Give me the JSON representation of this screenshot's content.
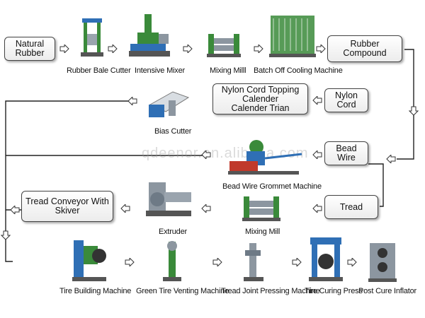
{
  "boxes": {
    "natural_rubber": "Natural Rubber",
    "rubber_compound": "Rubber Compound",
    "nylon_cord_topping_line1": "Nylon Cord Topping Calender",
    "nylon_cord_topping_line2": "Calender Trian",
    "nylon_cord": "Nylon Cord",
    "bead_wire": "Bead Wire",
    "tread": "Tread",
    "tread_conveyor": "Tread Conveyor With Skiver"
  },
  "machines": {
    "rubber_bale_cutter": "Rubber Bale Cutter",
    "intensive_mixer": "Intensive Mixer",
    "mixing_mill_top": "Mixing Milll",
    "batch_off_cooling": "Batch Off Cooling Machine",
    "bias_cutter": "Bias Cutter",
    "bead_wire_grommet": "Bead Wire Grommet Machine",
    "extruder": "Extruder",
    "mixing_mill_mid": "Mixing Mill",
    "tire_building": "Tire Building Machine",
    "green_tire_venting": "Green Tire Venting Machine",
    "tread_joint_pressing": "Tread Joint Pressing Machine",
    "tire_curing_press": "Tire Curing Press",
    "post_cure_inflator": "Post Cure Inflator"
  },
  "watermark": "qdeenor.en.alibaba.com",
  "colors": {
    "machine_green": "#3a8a3a",
    "machine_blue": "#2f6fb5",
    "machine_grey": "#8c96a0",
    "line": "#222222"
  }
}
